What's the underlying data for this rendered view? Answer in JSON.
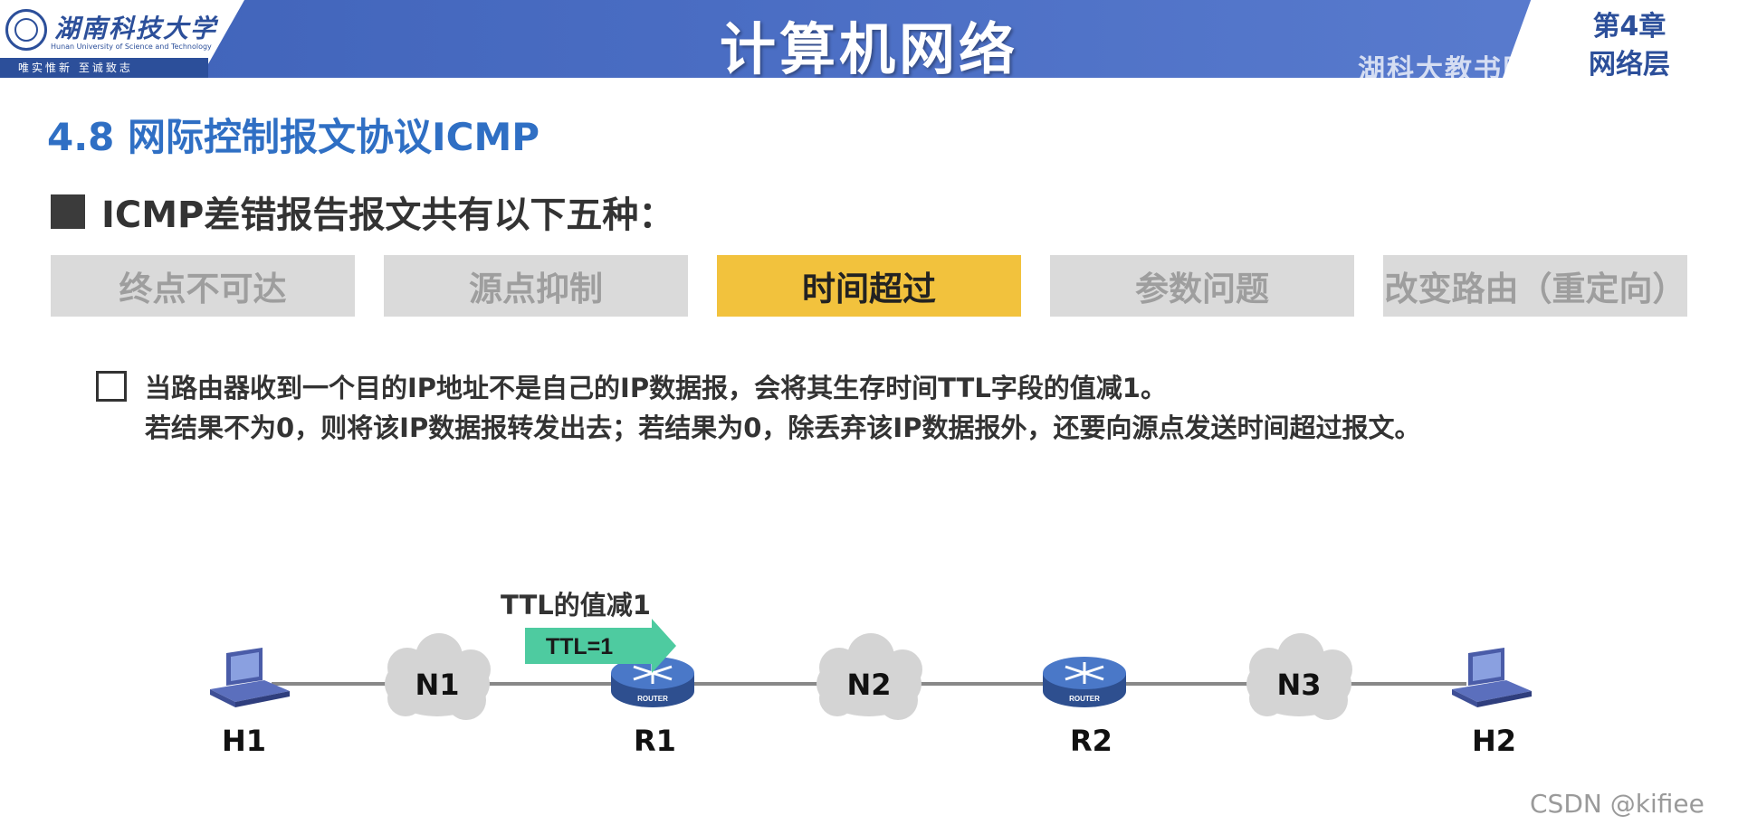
{
  "header": {
    "university_name": "湖南科技大学",
    "university_name_en": "Hunan University of Science and Technology",
    "motto": "唯实惟新  至诚致志",
    "course_title": "计算机网络",
    "chapter_number": "第4章",
    "chapter_name": "网络层",
    "watermark": "湖科大教书匠"
  },
  "section": {
    "title": "4.8 网际控制报文协议ICMP",
    "heading": "ICMP差错报告报文共有以下五种："
  },
  "tabs": [
    {
      "label": "终点不可达",
      "active": false
    },
    {
      "label": "源点抑制",
      "active": false
    },
    {
      "label": "时间超过",
      "active": true
    },
    {
      "label": "参数问题",
      "active": false
    },
    {
      "label": "改变路由（重定向）",
      "active": false
    }
  ],
  "description": {
    "line1": "当路由器收到一个目的IP地址不是自己的IP数据报，会将其生存时间TTL字段的值减1。",
    "line2": "若结果不为0，则将该IP数据报转发出去；若结果为0，除丢弃该IP数据报外，还要向源点发送时间超过报文。"
  },
  "diagram": {
    "annotation": "TTL的值减1",
    "packet_label": "TTL=1",
    "router_badge": "ROUTER",
    "nodes": {
      "h1": "H1",
      "r1": "R1",
      "r2": "R2",
      "h2": "H2",
      "n1": "N1",
      "n2": "N2",
      "n3": "N3"
    },
    "colors": {
      "packet": "#4ecba0",
      "router": "#4a78c8",
      "cloud": "#d4d4d4",
      "link": "#888888"
    }
  },
  "footer": {
    "source_mark": "CSDN @kifiee"
  }
}
